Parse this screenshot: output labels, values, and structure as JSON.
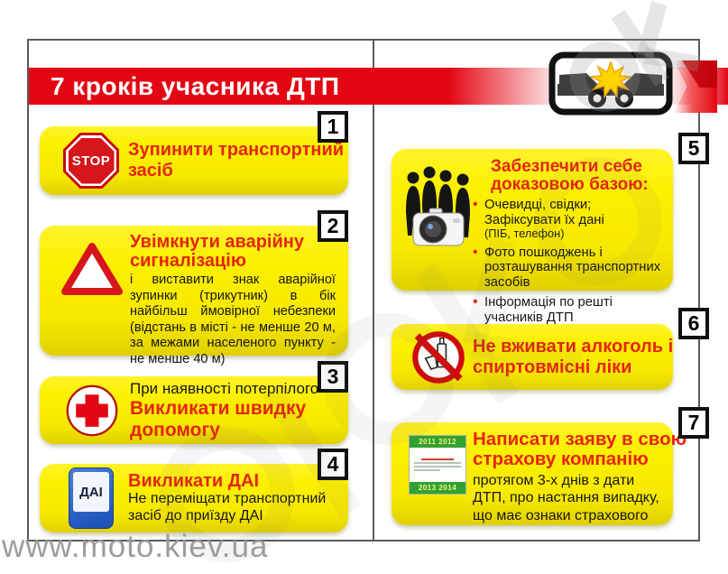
{
  "header": {
    "title": "7 кроків учасника ДТП"
  },
  "footer": {
    "url": "www.moto.kiev.ua"
  },
  "colors": {
    "band_red": "#e30613",
    "title_red": "#e5250e",
    "box_yellow": "#fff200",
    "crash_star_yellow": "#ffd500",
    "policy_green": "#33a033",
    "dai_blue": "#2a62c9"
  },
  "icons": {
    "stop_label": "STOP",
    "dai_label": "ДАІ"
  },
  "steps": [
    {
      "number": "1",
      "icon": "stop-sign",
      "title": "Зупинити транспортний засіб"
    },
    {
      "number": "2",
      "icon": "warning-triangle",
      "title": "Увімкнути аварійну сигналізацію",
      "body": "і виставити знак аварійної зупинки (трикутник) в бік найбільш ймовірної небезпеки (відстань в місті - не менше 20 м, за межами населеного пункту - не менше 40 м)"
    },
    {
      "number": "3",
      "icon": "red-cross",
      "pre_title": "При наявності потерпілого",
      "title": "Викликати швидку допомогу"
    },
    {
      "number": "4",
      "icon": "dai-sign",
      "title": "Викликати ДАІ",
      "body": "Не переміщати транспортний засіб до приїзду ДАІ"
    },
    {
      "number": "5",
      "icon": "witnesses-camera",
      "title": "Забезпечити себе доказовою базою:",
      "bullets": [
        {
          "text": "Очевидці, свідки; Зафіксувати їх дані",
          "sub": "(ПІБ, телефон)"
        },
        {
          "text": "Фото пошкоджень і розташування транспортних засобів"
        },
        {
          "text": "Інформація по решті учасників ДТП"
        }
      ]
    },
    {
      "number": "6",
      "icon": "no-alcohol",
      "title": "Не вживати алкоголь і спиртовмісні ліки"
    },
    {
      "number": "7",
      "icon": "insurance-policy",
      "title": "Написати заяву в свою страхову компанію",
      "body": "протягом 3-х днів з дати ДТП, про настання випадку, що має ознаки страхового",
      "years_top": "2011  2012",
      "years_bottom": "2013  2014"
    }
  ]
}
